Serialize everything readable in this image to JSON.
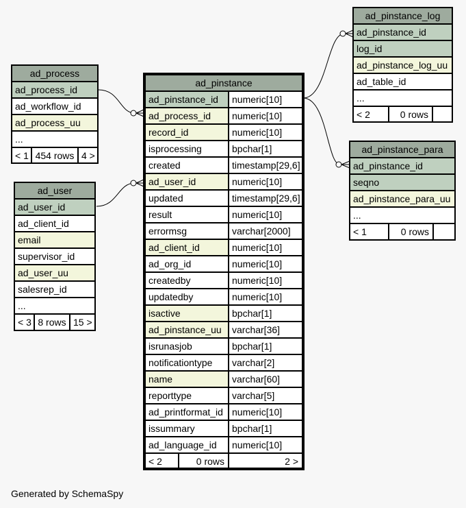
{
  "footer": "Generated by SchemaSpy",
  "tables": {
    "ad_process": {
      "name": "ad_process",
      "columns": [
        "ad_process_id",
        "ad_workflow_id",
        "ad_process_uu",
        "..."
      ],
      "nav": {
        "left": "< 1",
        "rows": "454 rows",
        "right": "4 >"
      }
    },
    "ad_user": {
      "name": "ad_user",
      "columns": [
        "ad_user_id",
        "ad_client_id",
        "email",
        "supervisor_id",
        "ad_user_uu",
        "salesrep_id",
        "..."
      ],
      "nav": {
        "left": "< 3",
        "rows": "8 rows",
        "right": "15 >"
      }
    },
    "ad_pinstance": {
      "name": "ad_pinstance",
      "columns": [
        {
          "name": "ad_pinstance_id",
          "type": "numeric[10]"
        },
        {
          "name": "ad_process_id",
          "type": "numeric[10]"
        },
        {
          "name": "record_id",
          "type": "numeric[10]"
        },
        {
          "name": "isprocessing",
          "type": "bpchar[1]"
        },
        {
          "name": "created",
          "type": "timestamp[29,6]"
        },
        {
          "name": "ad_user_id",
          "type": "numeric[10]"
        },
        {
          "name": "updated",
          "type": "timestamp[29,6]"
        },
        {
          "name": "result",
          "type": "numeric[10]"
        },
        {
          "name": "errormsg",
          "type": "varchar[2000]"
        },
        {
          "name": "ad_client_id",
          "type": "numeric[10]"
        },
        {
          "name": "ad_org_id",
          "type": "numeric[10]"
        },
        {
          "name": "createdby",
          "type": "numeric[10]"
        },
        {
          "name": "updatedby",
          "type": "numeric[10]"
        },
        {
          "name": "isactive",
          "type": "bpchar[1]"
        },
        {
          "name": "ad_pinstance_uu",
          "type": "varchar[36]"
        },
        {
          "name": "isrunasjob",
          "type": "bpchar[1]"
        },
        {
          "name": "notificationtype",
          "type": "varchar[2]"
        },
        {
          "name": "name",
          "type": "varchar[60]"
        },
        {
          "name": "reporttype",
          "type": "varchar[5]"
        },
        {
          "name": "ad_printformat_id",
          "type": "numeric[10]"
        },
        {
          "name": "issummary",
          "type": "bpchar[1]"
        },
        {
          "name": "ad_language_id",
          "type": "numeric[10]"
        }
      ],
      "nav": {
        "left": "< 2",
        "rows": "0 rows",
        "right": "2 >"
      }
    },
    "ad_pinstance_log": {
      "name": "ad_pinstance_log",
      "columns": [
        "ad_pinstance_id",
        "log_id",
        "ad_pinstance_log_uu",
        "ad_table_id",
        "..."
      ],
      "nav": {
        "left": "< 2",
        "rows": "0 rows",
        "right": ""
      }
    },
    "ad_pinstance_para": {
      "name": "ad_pinstance_para",
      "columns": [
        "ad_pinstance_id",
        "seqno",
        "ad_pinstance_para_uu",
        "..."
      ],
      "nav": {
        "left": "< 1",
        "rows": "0 rows",
        "right": ""
      }
    }
  }
}
